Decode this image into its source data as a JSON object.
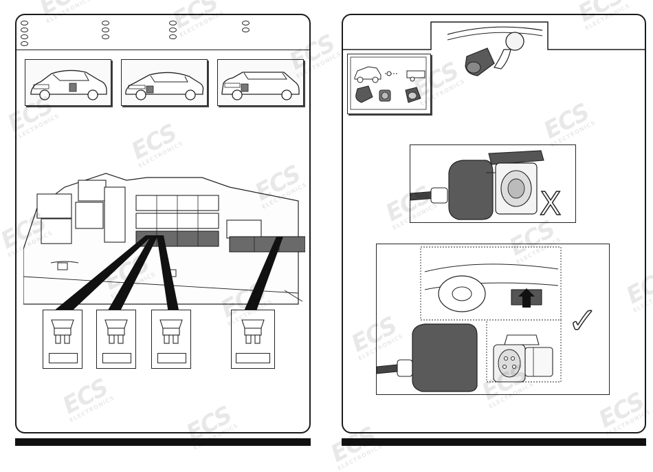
{
  "watermark": {
    "brand": "ECS",
    "subtitle": "ELECTRONICS"
  },
  "left_panel": {
    "legend_items": 11,
    "car_views": [
      "sedan-rear-view",
      "liftback-rear-view",
      "estate-rear-view"
    ],
    "fuses": [
      {
        "label": ""
      },
      {
        "label": ""
      },
      {
        "label": ""
      },
      {
        "label": ""
      }
    ]
  },
  "right_panel": {
    "incorrect_mark": "X",
    "correct_mark": "✓"
  },
  "colors": {
    "line": "#1a1a1a",
    "highlight": "#555555",
    "socket": "#5a5a5a",
    "footer": "#111111"
  }
}
